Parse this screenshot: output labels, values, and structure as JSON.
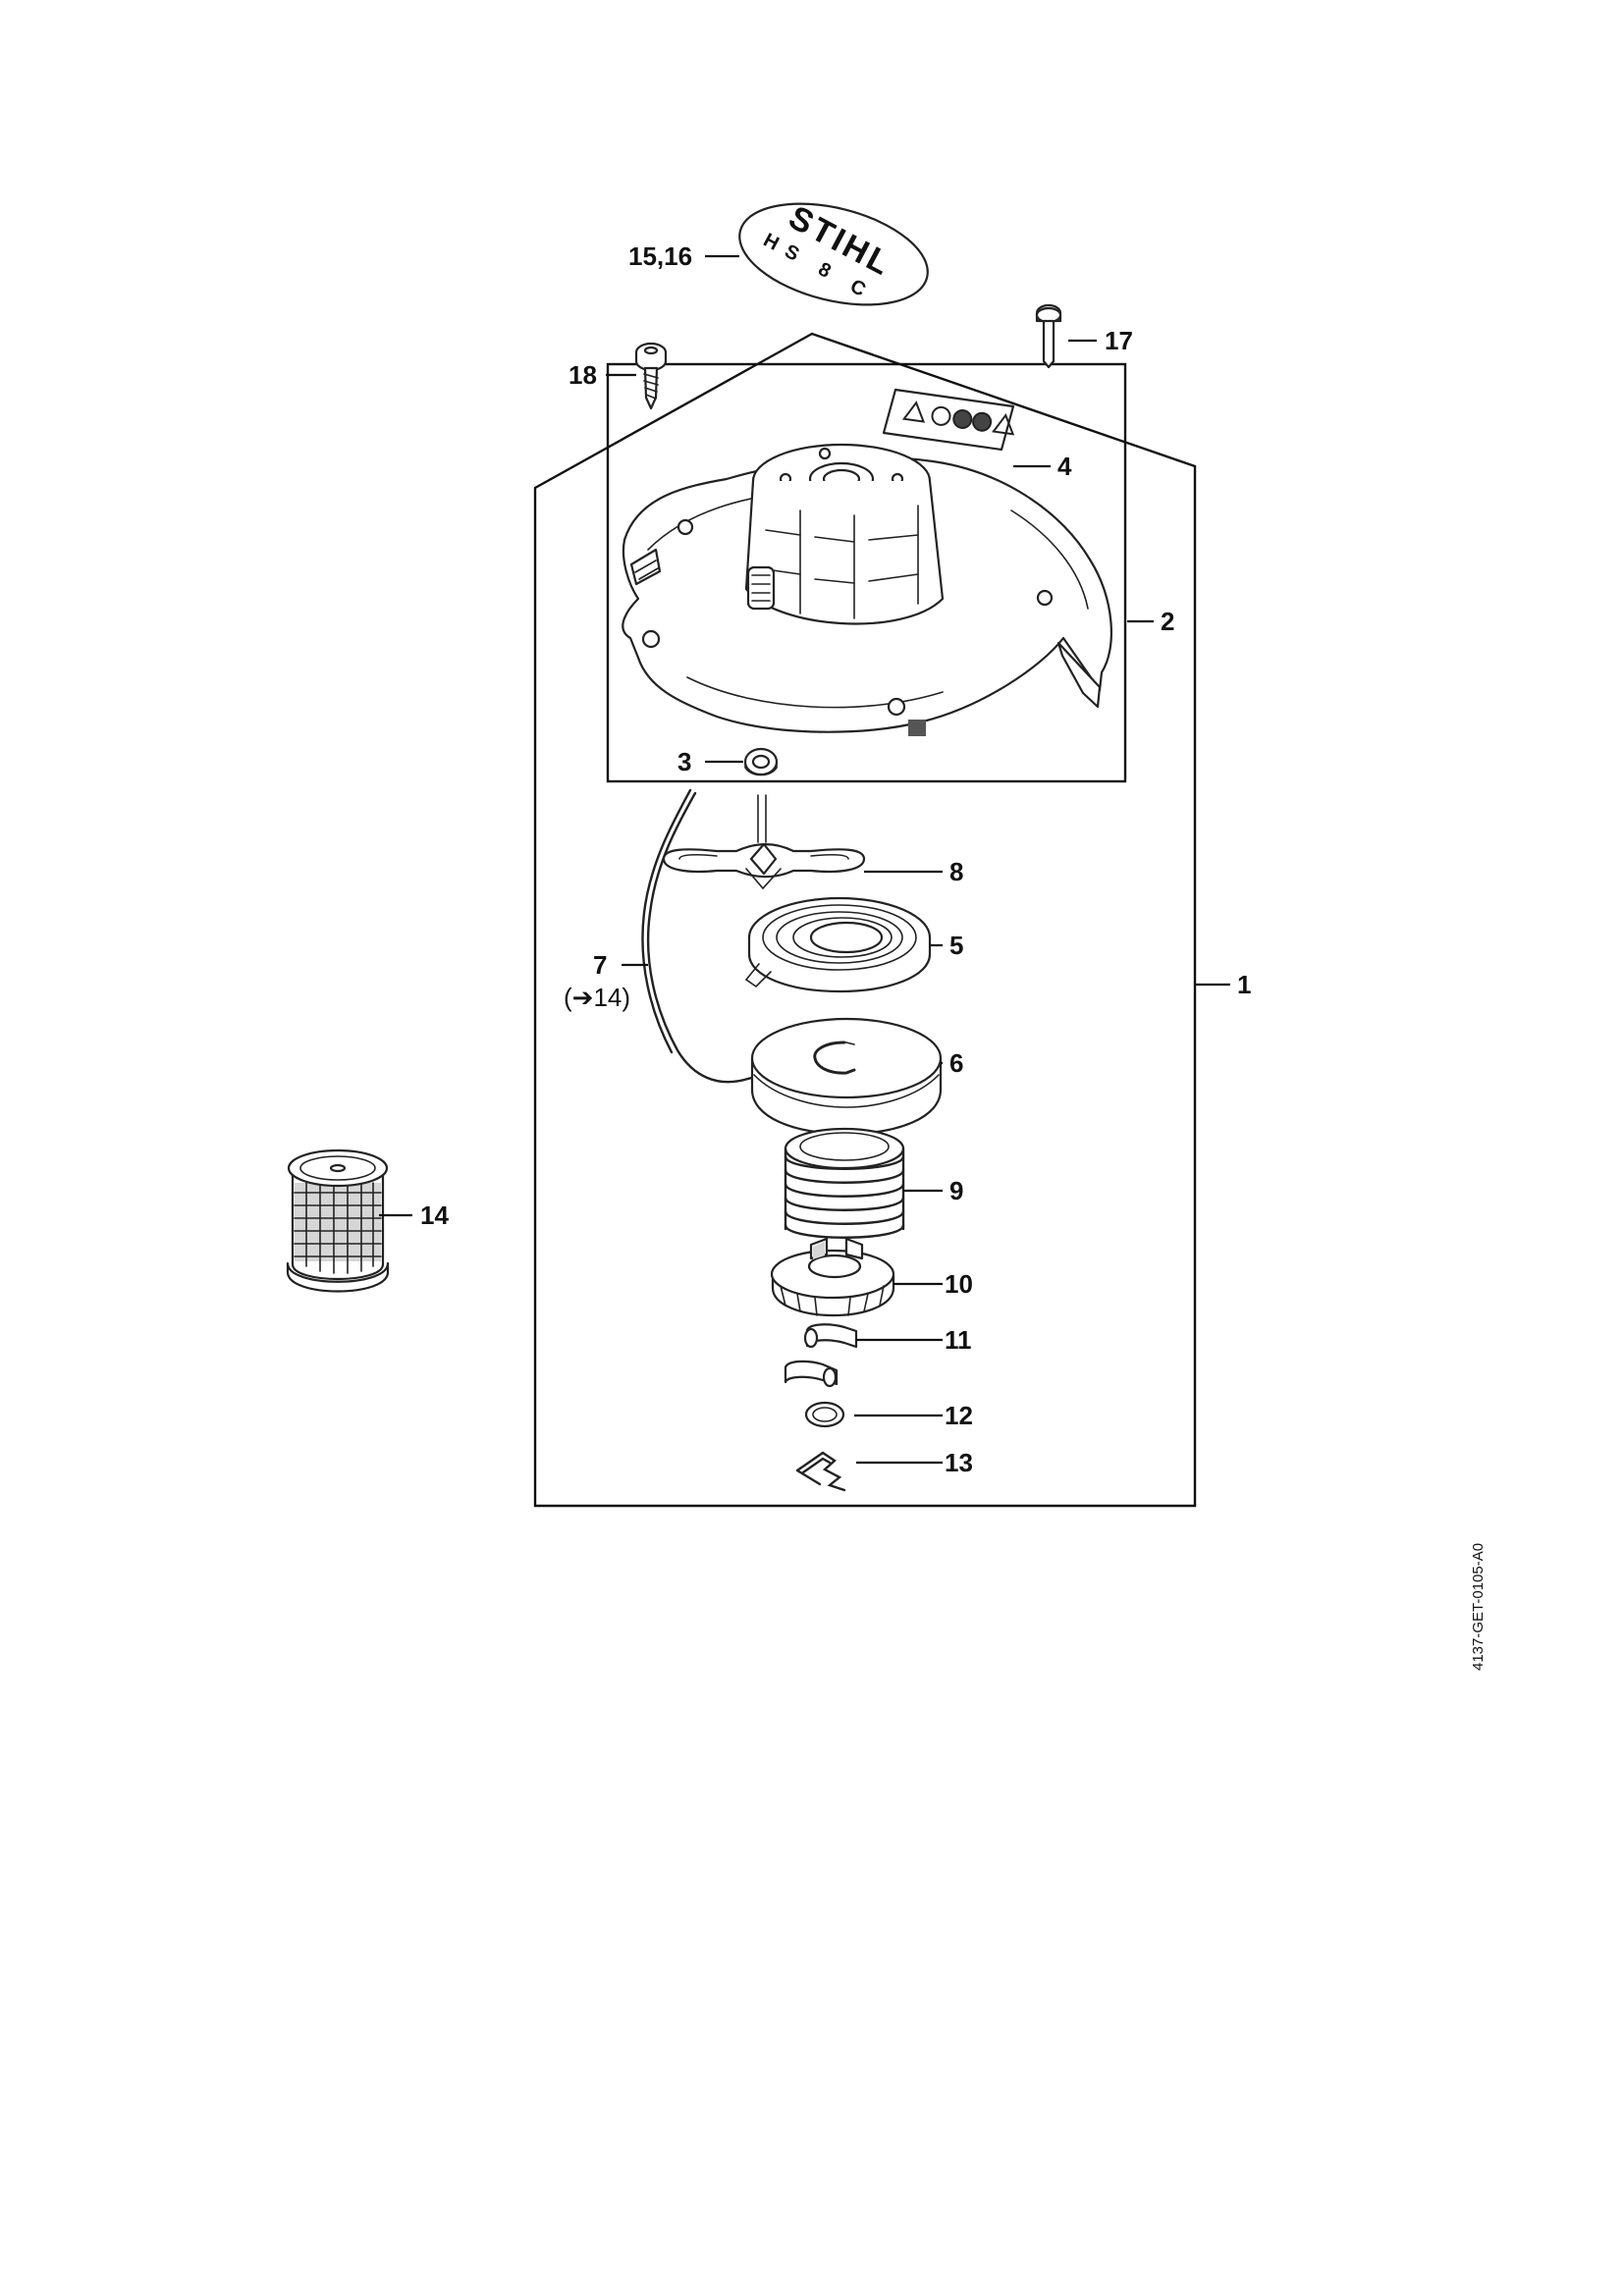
{
  "document": {
    "drawing_code": "4137-GET-0105-A0"
  },
  "decal": {
    "brand_text": "STIHL",
    "model_text": "HS 8 C"
  },
  "callouts": {
    "c1": "1",
    "c2": "2",
    "c3": "3",
    "c4": "4",
    "c5": "5",
    "c6": "6",
    "c7": "7",
    "c7_ref": "(➔14)",
    "c8": "8",
    "c9": "9",
    "c10": "10",
    "c11": "11",
    "c12": "12",
    "c13": "13",
    "c14": "14",
    "c15_16": "15,16",
    "c17": "17",
    "c18": "18"
  }
}
